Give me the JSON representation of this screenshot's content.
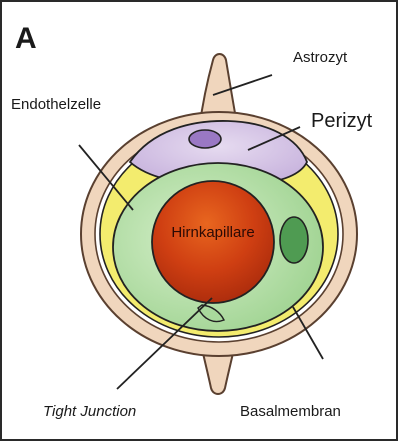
{
  "panel_letter": "A",
  "labels": {
    "astrocyte": "Astrozyt",
    "pericyte": "Perizyt",
    "endothelial_cell": "Endothelzelle",
    "capillary": "Hirnkapillare",
    "tight_junction": "Tight Junction",
    "basement_membrane": "Basalmembran"
  },
  "colors": {
    "astrocyte": "#f0d6bd",
    "astrocyte_outline": "#5a4030",
    "basement_membrane": "#f3ec6e",
    "pericyte": "#cdb8df",
    "pericyte_nucleus": "#9a78c4",
    "endothelium": "#a9d99c",
    "endothelial_nucleus": "#4f9b52",
    "capillary_lumen": "#c93b12",
    "outline": "#222222"
  }
}
